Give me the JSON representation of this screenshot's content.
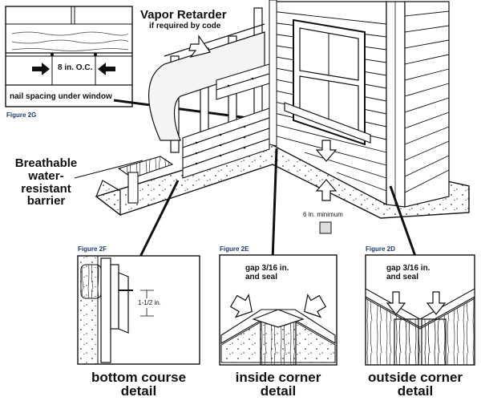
{
  "callouts": {
    "vapor_retarder": "Vapor Retarder",
    "vapor_retarder_note": "if required by code",
    "breathable_barrier": [
      "Breathable",
      "water-",
      "resistant",
      "barrier"
    ],
    "min_clearance": "6 in. minimum"
  },
  "figure_2g": {
    "label": "Figure 2G",
    "spacing": "8 in. O.C.",
    "caption": "nail spacing under window"
  },
  "figure_2f": {
    "label": "Figure 2F",
    "dimension": "1-1/2 in.",
    "caption_line1": "bottom course",
    "caption_line2": "detail"
  },
  "figure_2e": {
    "label": "Figure 2E",
    "gap_line1": "gap 3/16 in.",
    "gap_line2": "and seal",
    "caption_line1": "inside corner",
    "caption_line2": "detail"
  },
  "figure_2d": {
    "label": "Figure 2D",
    "gap_line1": "gap 3/16 in.",
    "gap_line2": "and seal",
    "caption_line1": "outside corner",
    "caption_line2": "detail"
  }
}
